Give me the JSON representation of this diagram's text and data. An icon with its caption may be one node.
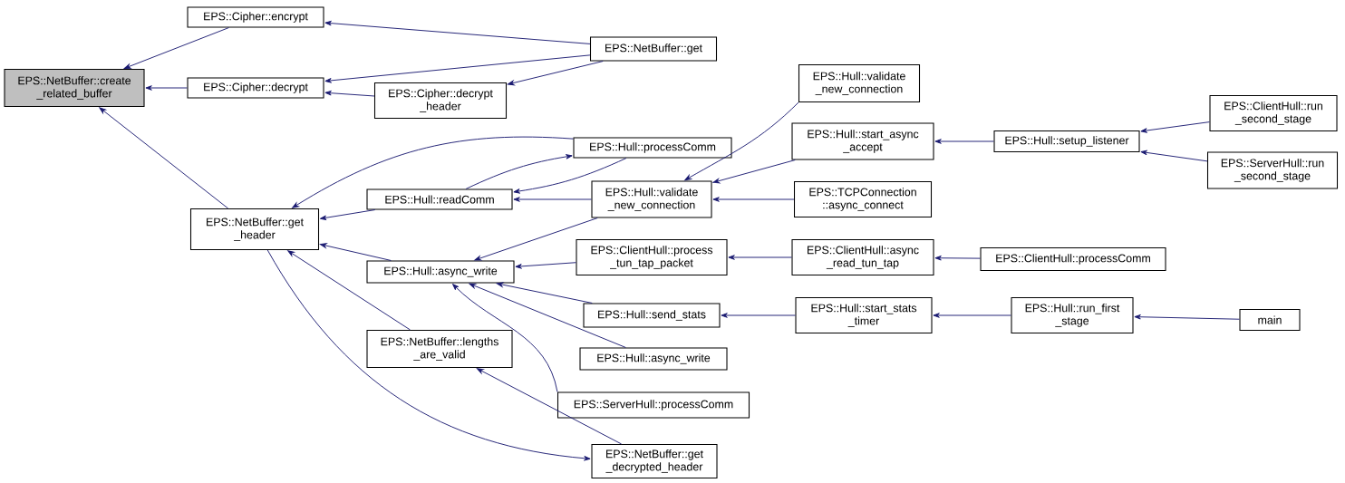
{
  "diagram": {
    "nodes": [
      {
        "text": [
          "EPS::NetBuffer::create _related_buffer"
        ]
      },
      {
        "text": [
          "EPS::Cipher::encrypt"
        ]
      },
      {
        "text": [
          "EPS::Cipher::decrypt"
        ]
      },
      {
        "text": [
          "EPS::NetBuffer::get"
        ]
      },
      {
        "text": [
          "EPS::Cipher::decrypt _header"
        ]
      },
      {
        "text": [
          "EPS::NetBuffer::get _header"
        ]
      },
      {
        "text": [
          "EPS::Hull::readComm"
        ]
      },
      {
        "text": [
          "EPS::Hull::processComm"
        ]
      },
      {
        "text": [
          "EPS::Hull::validate _new_connection"
        ]
      },
      {
        "text": [
          "EPS::Hull::validate _new_connection"
        ]
      },
      {
        "text": [
          "EPS::Hull::start_async _accept"
        ]
      },
      {
        "text": [
          "EPS::Hull::setup_listener"
        ]
      },
      {
        "text": [
          "EPS::ClientHull::run _second_stage"
        ]
      },
      {
        "text": [
          "EPS::ServerHull::run _second_stage"
        ]
      },
      {
        "text": [
          "EPS::TCPConnection ::async_connect"
        ]
      },
      {
        "text": [
          "EPS::Hull::async_write"
        ]
      },
      {
        "text": [
          "EPS::ClientHull::process _tun_tap_packet"
        ]
      },
      {
        "text": [
          "EPS::ClientHull::async _read_tun_tap"
        ]
      },
      {
        "text": [
          "EPS::ClientHull::processComm"
        ]
      },
      {
        "text": [
          "EPS::Hull::send_stats"
        ]
      },
      {
        "text": [
          "EPS::Hull::start_stats _timer"
        ]
      },
      {
        "text": [
          "EPS::Hull::run_first _stage"
        ]
      },
      {
        "text": [
          "main"
        ]
      },
      {
        "text": [
          "EPS::Hull::async_write"
        ]
      },
      {
        "text": [
          "EPS::NetBuffer::lengths _are_valid"
        ]
      },
      {
        "text": [
          "EPS::ServerHull::processComm"
        ]
      },
      {
        "text": [
          "EPS::NetBuffer::get _decrypted_header"
        ]
      }
    ],
    "edges": [
      {
        "from": 1,
        "to": 0,
        "arrow": "to"
      },
      {
        "from": 2,
        "to": 0,
        "arrow": "to"
      },
      {
        "from": 5,
        "to": 0,
        "arrow": "to"
      },
      {
        "from": 3,
        "to": 1,
        "arrow": "to"
      },
      {
        "from": 3,
        "to": 2,
        "arrow": "to"
      },
      {
        "from": 4,
        "to": 2,
        "arrow": "to"
      },
      {
        "from": 3,
        "to": 4,
        "arrow": "to"
      },
      {
        "from": 6,
        "to": 5,
        "arrow": "to"
      },
      {
        "from": 7,
        "to": 5,
        "arrow": "to"
      },
      {
        "from": 15,
        "to": 5,
        "arrow": "to"
      },
      {
        "from": 24,
        "to": 5,
        "arrow": "to"
      },
      {
        "from": 5,
        "to": 26,
        "arrow": "to"
      },
      {
        "from": 26,
        "to": 24,
        "arrow": "to"
      },
      {
        "from": 6,
        "to": 7,
        "arrow": "to"
      },
      {
        "from": 7,
        "to": 6,
        "arrow": "to"
      },
      {
        "from": 8,
        "to": 6,
        "arrow": "to"
      },
      {
        "from": 8,
        "to": 15,
        "arrow": "to"
      },
      {
        "from": 9,
        "to": 8,
        "arrow": "to"
      },
      {
        "from": 10,
        "to": 8,
        "arrow": "to"
      },
      {
        "from": 14,
        "to": 8,
        "arrow": "to"
      },
      {
        "from": 11,
        "to": 10,
        "arrow": "to"
      },
      {
        "from": 12,
        "to": 11,
        "arrow": "to"
      },
      {
        "from": 13,
        "to": 11,
        "arrow": "to"
      },
      {
        "from": 16,
        "to": 15,
        "arrow": "to"
      },
      {
        "from": 19,
        "to": 15,
        "arrow": "to"
      },
      {
        "from": 23,
        "to": 15,
        "arrow": "to"
      },
      {
        "from": 25,
        "to": 15,
        "arrow": "to"
      },
      {
        "from": 17,
        "to": 16,
        "arrow": "to"
      },
      {
        "from": 18,
        "to": 17,
        "arrow": "to"
      },
      {
        "from": 20,
        "to": 19,
        "arrow": "to"
      },
      {
        "from": 21,
        "to": 20,
        "arrow": "to"
      },
      {
        "from": 22,
        "to": 21,
        "arrow": "to"
      }
    ]
  }
}
